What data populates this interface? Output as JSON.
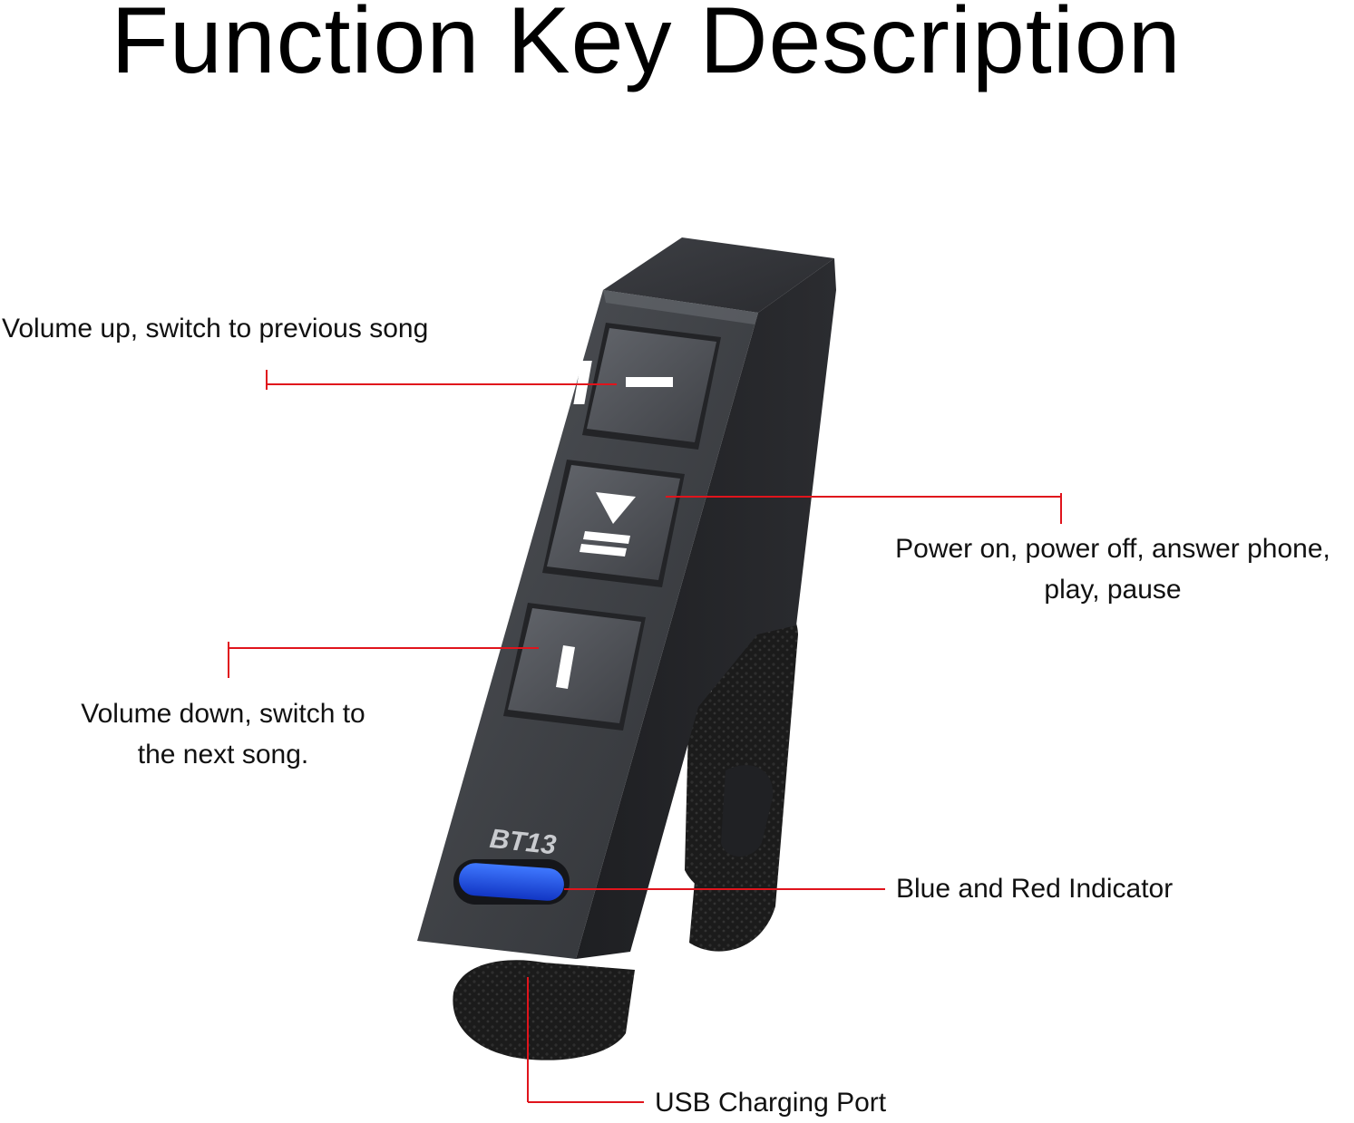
{
  "title": "Function Key Description",
  "device": {
    "model_text": "BT13",
    "button_icons": [
      "plus-icon",
      "play-pause-icon",
      "minus-icon"
    ]
  },
  "callouts": {
    "volume_up": {
      "text": "Volume up, switch to previous song"
    },
    "play_pause": {
      "lines": [
        "Power on, power off, answer phone,",
        "play, pause"
      ]
    },
    "volume_down": {
      "lines": [
        "Volume down, switch to",
        "the next song."
      ]
    },
    "indicator": {
      "text": "Blue and Red Indicator"
    },
    "usb": {
      "text": "USB Charging Port"
    }
  },
  "colors": {
    "leader_line": "#e0141c",
    "device_body": "#35373b",
    "indicator": "#1a4fe0",
    "strap": "#1c1c1c"
  }
}
